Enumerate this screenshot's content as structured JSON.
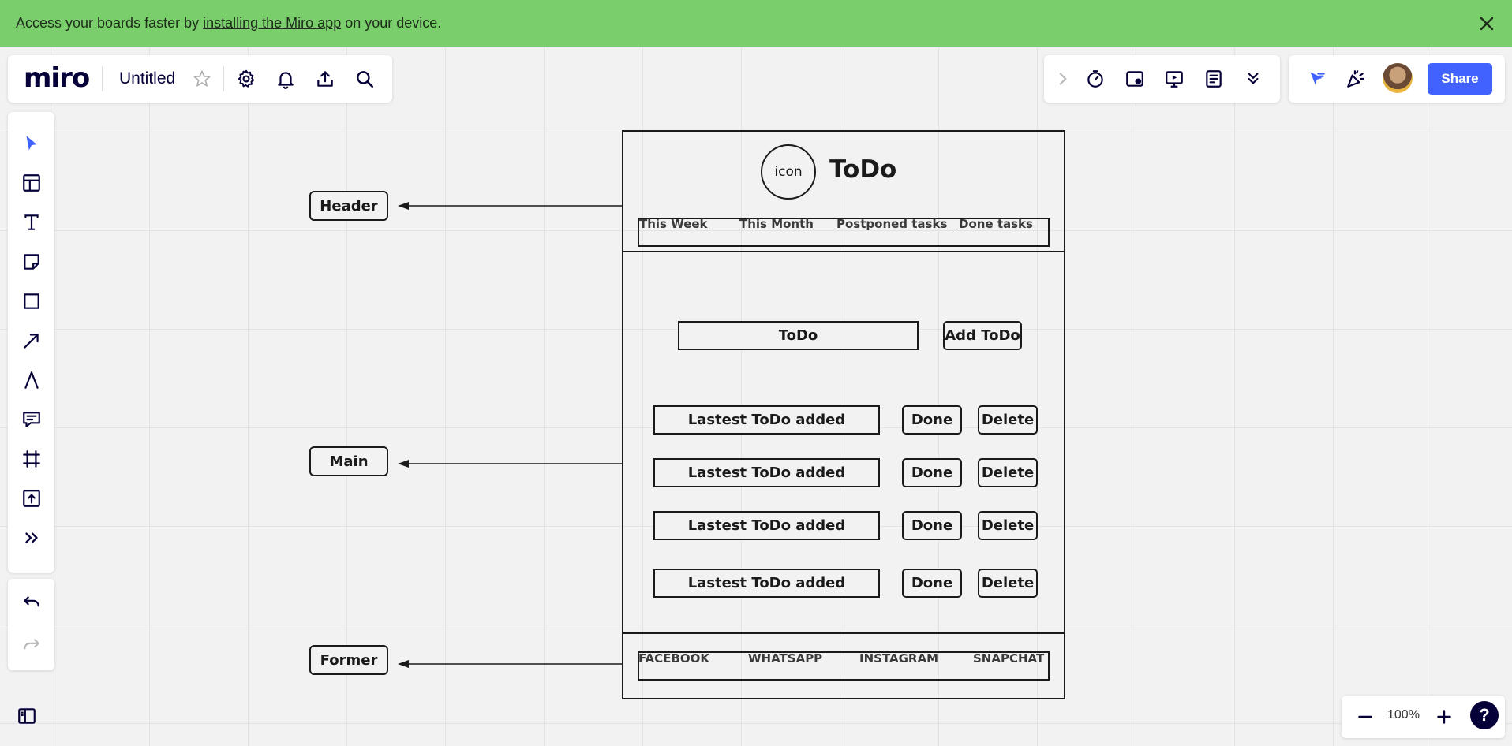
{
  "banner": {
    "text_before": "Access your boards faster by ",
    "link": "installing the Miro app",
    "text_after": " on your device."
  },
  "app": {
    "logo": "miro",
    "board_title": "Untitled"
  },
  "toolbar_left": {
    "icons": [
      "star-icon",
      "gear-icon",
      "bell-icon",
      "upload-icon",
      "search-icon"
    ]
  },
  "toolbar_right": {
    "icons": [
      "chevron-right-icon",
      "timer-icon",
      "card-icon",
      "presentation-icon",
      "notes-icon",
      "chevrons-down-icon"
    ],
    "collab_icons": [
      "reactions-icon",
      "celebrate-icon"
    ],
    "share_label": "Share"
  },
  "left_tools": [
    "select",
    "templates",
    "text",
    "sticky-note",
    "shapes",
    "arrow",
    "pen",
    "comment",
    "frame",
    "upload",
    "more"
  ],
  "zoom": {
    "level": "100%",
    "help": "?"
  },
  "wireframe": {
    "icon_label": "icon",
    "title": "ToDo",
    "nav": [
      "This Week",
      "This Month",
      "Postponed tasks",
      "Done tasks"
    ],
    "input_label": "ToDo",
    "add_button": "Add ToDo",
    "rows": [
      {
        "label": "Lastest ToDo added",
        "done": "Done",
        "delete": "Delete"
      },
      {
        "label": "Lastest ToDo added",
        "done": "Done",
        "delete": "Delete"
      },
      {
        "label": "Lastest ToDo added",
        "done": "Done",
        "delete": "Delete"
      },
      {
        "label": "Lastest ToDo added",
        "done": "Done",
        "delete": "Delete"
      }
    ],
    "footer": [
      "FACEBOOK",
      "WHATSAPP",
      "INSTAGRAM",
      "SNAPCHAT"
    ]
  },
  "callouts": {
    "header": "Header",
    "main": "Main",
    "footer": "Former"
  },
  "colors": {
    "banner": "#7ace6b",
    "accent": "#4262ff",
    "ink": "#050038"
  }
}
